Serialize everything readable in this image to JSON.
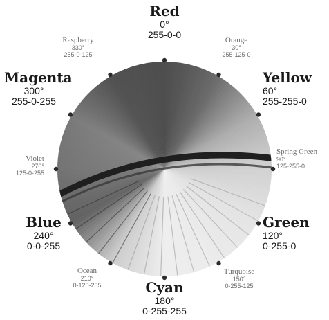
{
  "colors": {
    "ink": "#1a1a1a",
    "light": "#f2f2f2",
    "dark": "#2a2a2a"
  },
  "hues": [
    {
      "key": "red",
      "name": "Red",
      "degree": "0°",
      "rgb": "255-0-0",
      "primary": true
    },
    {
      "key": "orange",
      "name": "Orange",
      "degree": "30°",
      "rgb": "255-125-0",
      "primary": false
    },
    {
      "key": "yellow",
      "name": "Yellow",
      "degree": "60°",
      "rgb": "255-255-0",
      "primary": true
    },
    {
      "key": "spring-green",
      "name": "Spring Green",
      "degree": "90°",
      "rgb": "125-255-0",
      "primary": false
    },
    {
      "key": "green",
      "name": "Green",
      "degree": "120°",
      "rgb": "0-255-0",
      "primary": true
    },
    {
      "key": "turquoise",
      "name": "Turquoise",
      "degree": "150°",
      "rgb": "0-255-125",
      "primary": false
    },
    {
      "key": "cyan",
      "name": "Cyan",
      "degree": "180°",
      "rgb": "0-255-255",
      "primary": true
    },
    {
      "key": "ocean",
      "name": "Ocean",
      "degree": "210°",
      "rgb": "0-125-255",
      "primary": false
    },
    {
      "key": "blue",
      "name": "Blue",
      "degree": "240°",
      "rgb": "0-0-255",
      "primary": true
    },
    {
      "key": "violet",
      "name": "Violet",
      "degree": "270°",
      "rgb": "125-0-255",
      "primary": false
    },
    {
      "key": "magenta",
      "name": "Magenta",
      "degree": "300°",
      "rgb": "255-0-255",
      "primary": true
    },
    {
      "key": "raspberry",
      "name": "Raspberry",
      "degree": "330°",
      "rgb": "255-0-125",
      "primary": false
    }
  ]
}
